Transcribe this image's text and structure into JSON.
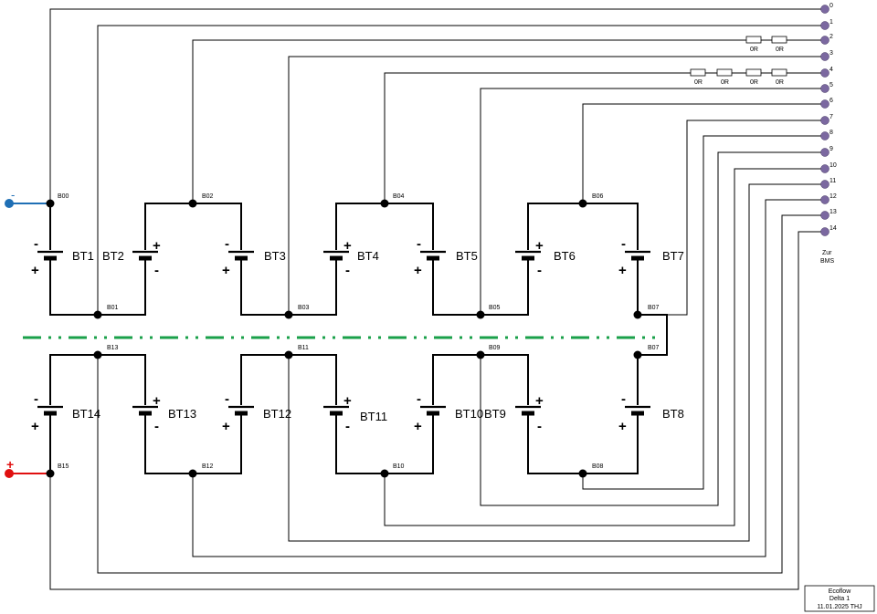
{
  "terminals": [
    "0",
    "1",
    "2",
    "3",
    "4",
    "5",
    "6",
    "7",
    "8",
    "9",
    "10",
    "11",
    "12",
    "13",
    "14"
  ],
  "nodes": {
    "B00": "B00",
    "B01": "B01",
    "B02": "B02",
    "B03": "B03",
    "B04": "B04",
    "B05": "B05",
    "B06": "B06",
    "B07_top": "B07",
    "B07_bot": "B07",
    "B08": "B08",
    "B09": "B09",
    "B10": "B10",
    "B11": "B11",
    "B12": "B12",
    "B13": "B13",
    "B15": "B15"
  },
  "batteries": {
    "bt1": "BT1",
    "bt2": "BT2",
    "bt3": "BT3",
    "bt4": "BT4",
    "bt5": "BT5",
    "bt6": "BT6",
    "bt7": "BT7",
    "bt8": "BT8",
    "bt9": "BT9",
    "bt10": "BT10",
    "bt11": "BT11",
    "bt12": "BT12",
    "bt13": "BT13",
    "bt14": "BT14"
  },
  "resistors": [
    "0R",
    "0R",
    "0R",
    "0R",
    "0R",
    "0R"
  ],
  "bms_label_line1": "Zur",
  "bms_label_line2": "BMS",
  "neg_terminal_sign": "-",
  "pos_terminal_sign": "+",
  "plus": "+",
  "minus": "-",
  "title_block": {
    "line1": "Ecoflow",
    "line2": "Delta 1",
    "line3": "11.01.2025 THJ"
  },
  "colors": {
    "neg_wire": "#1f6fb5",
    "pos_wire": "#e01010",
    "divider": "#1aa04a",
    "terminal": "#7b68a0"
  }
}
